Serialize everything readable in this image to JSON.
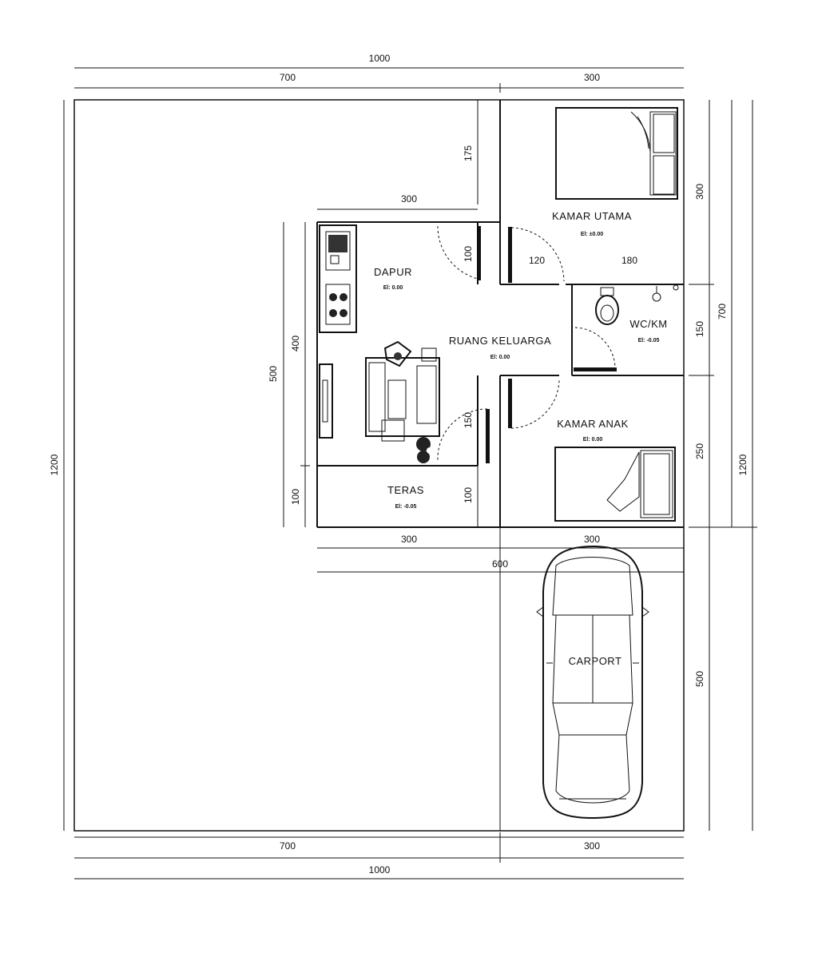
{
  "dimensions": {
    "top_total": "1000",
    "top_left": "700",
    "top_right": "300",
    "dapur_width": "300",
    "kamar_utama_depth": "175",
    "dapur_door": "100",
    "kamar_utama_door": "120",
    "wc_width": "180",
    "right_kamar_utama": "300",
    "right_house": "700",
    "right_wc": "150",
    "right_kamar_anak": "250",
    "right_total": "1200",
    "left_total": "1200",
    "left_house": "500",
    "left_inner": "400",
    "left_teras": "100",
    "keluarga_opening": "150",
    "teras_depth": "100",
    "bottom_house_left": "300",
    "bottom_house_right": "300",
    "bottom_house_total": "600",
    "carport_depth": "500",
    "bottom_left": "700",
    "bottom_right": "300",
    "bottom_total": "1000"
  },
  "rooms": {
    "kamar_utama": {
      "name": "KAMAR UTAMA",
      "elevation": "El: ±0.00"
    },
    "dapur": {
      "name": "DAPUR",
      "elevation": "El: 0.00"
    },
    "wc": {
      "name": "WC/KM",
      "elevation": "El: -0.05"
    },
    "keluarga": {
      "name": "RUANG KELUARGA",
      "elevation": "El: 0.00"
    },
    "kamar_anak": {
      "name": "KAMAR ANAK",
      "elevation": "El: 0.00"
    },
    "teras": {
      "name": "TERAS",
      "elevation": "El: -0.05"
    },
    "carport": {
      "name": "CARPORT"
    }
  }
}
